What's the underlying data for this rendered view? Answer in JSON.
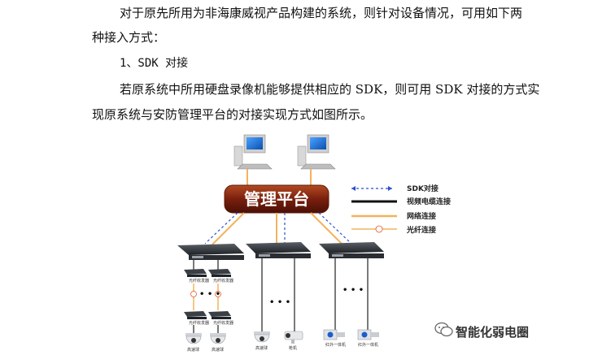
{
  "document": {
    "para1": "对于原先所用为非海康威视产品构建的系统，则针对设备情况，可用如下两",
    "para2": "种接入方式：",
    "heading": "1、SDK 对接",
    "para3": "若原系统中所用硬盘录像机能够提供相应的 SDK，则可用 SDK 对接的方式实",
    "para4": "现原系统与安防管理平台的对接实现方式如图所示。"
  },
  "diagram": {
    "platform_label": "管理平台",
    "legend": [
      {
        "label": "SDK对接",
        "style": "dashed-blue"
      },
      {
        "label": "视频电缆连接",
        "style": "solid-black"
      },
      {
        "label": "网络连接",
        "style": "solid-orange"
      },
      {
        "label": "光纤连接",
        "style": "fiber-orange"
      }
    ],
    "ellipsis": "• • •",
    "device_labels": {
      "fiber_tx": "光纤收发器",
      "dome": "高速球",
      "gun": "枪机",
      "integrated": "红外一体机"
    },
    "colors": {
      "sdk": "#2b4fcf",
      "network": "#f2b45a",
      "platform": "#8a2a12"
    }
  },
  "watermark": {
    "text": "智能化弱电圈"
  }
}
